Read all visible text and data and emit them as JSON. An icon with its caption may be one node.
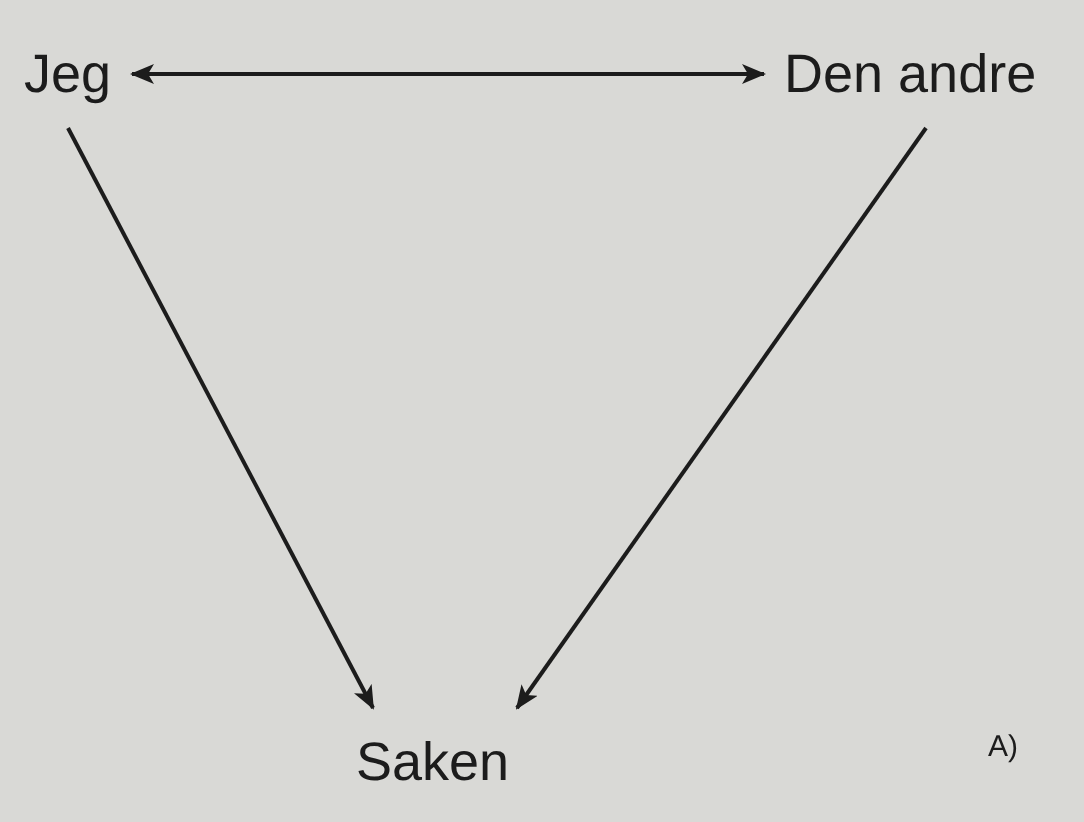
{
  "diagram": {
    "nodes": [
      {
        "text": [
          "Jeg"
        ]
      },
      {
        "text": [
          "Den andre"
        ]
      },
      {
        "text": [
          "Saken"
        ]
      }
    ],
    "edges": [
      {
        "from": 0,
        "to": 1,
        "arrow": "both"
      },
      {
        "from": 0,
        "to": 2,
        "arrow": "to"
      },
      {
        "from": 1,
        "to": 2,
        "arrow": "to"
      }
    ],
    "labels": [
      "A)"
    ]
  }
}
